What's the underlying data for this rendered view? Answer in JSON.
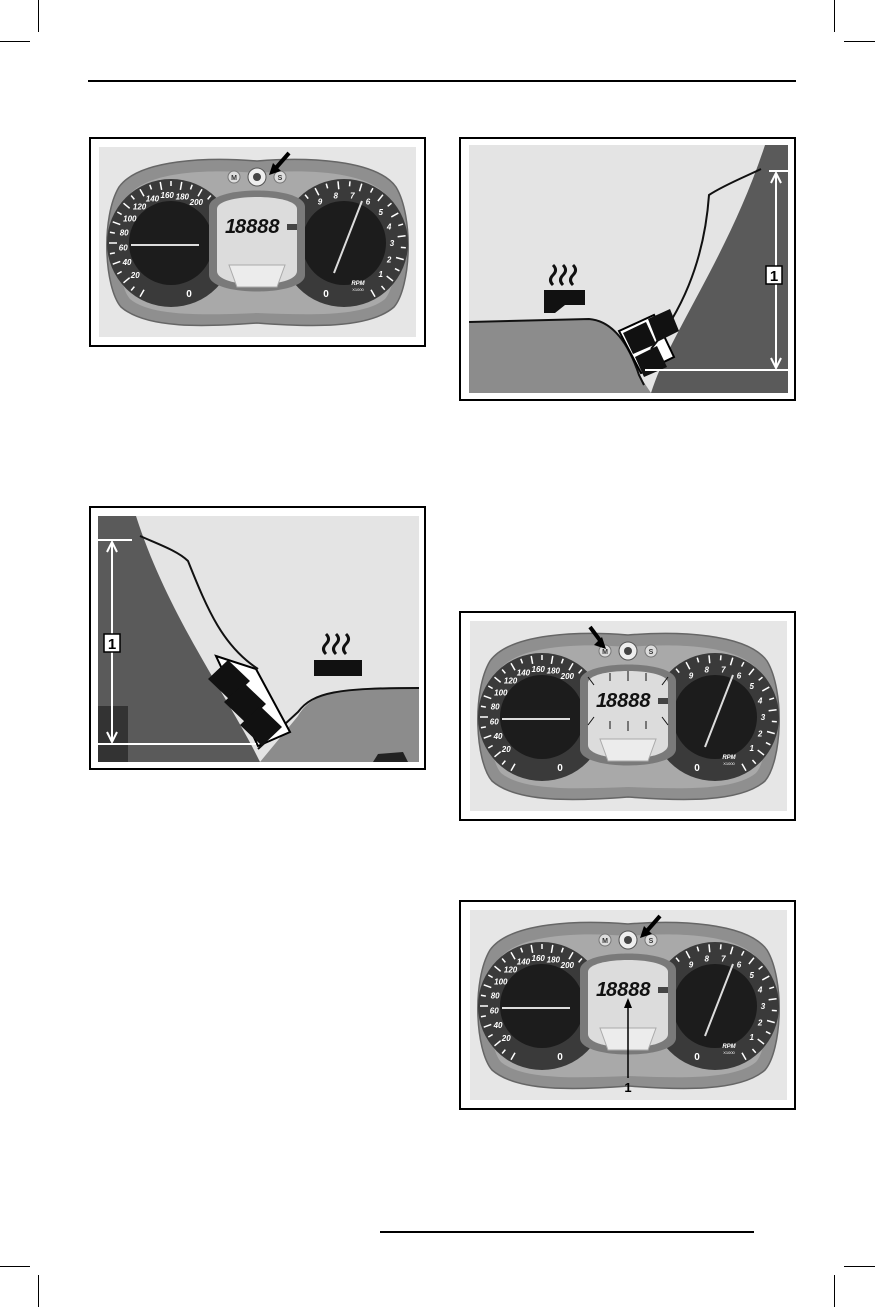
{
  "figures": {
    "cluster_s_button": {
      "buttons": {
        "mode": "M",
        "set": "S"
      },
      "display_digits": "8888",
      "display_lead": "1",
      "speed_ticks": [
        "20",
        "40",
        "60",
        "80",
        "100",
        "120",
        "140",
        "160",
        "180",
        "200"
      ],
      "speed_zero": "0",
      "rpm_ticks": [
        "1",
        "2",
        "3",
        "4",
        "5",
        "6",
        "7",
        "8",
        "9"
      ],
      "rpm_zero": "0",
      "rpm_label": "RPM",
      "rpm_sub": "X1000"
    },
    "grip_heater_right": {
      "callout": "1"
    },
    "grip_heater_left": {
      "callout": "1"
    },
    "cluster_m_button": {
      "buttons": {
        "mode": "M",
        "set": "S"
      },
      "display_digits": "8888",
      "display_lead": "1",
      "speed_ticks": [
        "20",
        "40",
        "60",
        "80",
        "100",
        "120",
        "140",
        "160",
        "180",
        "200"
      ],
      "speed_zero": "0",
      "rpm_ticks": [
        "1",
        "2",
        "3",
        "4",
        "5",
        "6",
        "7",
        "8",
        "9"
      ],
      "rpm_zero": "0",
      "rpm_label": "RPM",
      "rpm_sub": "X1000"
    },
    "cluster_display_callout": {
      "buttons": {
        "mode": "M",
        "set": "S"
      },
      "display_digits": "8888",
      "display_lead": "1",
      "speed_ticks": [
        "20",
        "40",
        "60",
        "80",
        "100",
        "120",
        "140",
        "160",
        "180",
        "200"
      ],
      "speed_zero": "0",
      "rpm_ticks": [
        "1",
        "2",
        "3",
        "4",
        "5",
        "6",
        "7",
        "8",
        "9"
      ],
      "rpm_zero": "0",
      "rpm_label": "RPM",
      "rpm_sub": "X1000",
      "callout": "1"
    }
  }
}
